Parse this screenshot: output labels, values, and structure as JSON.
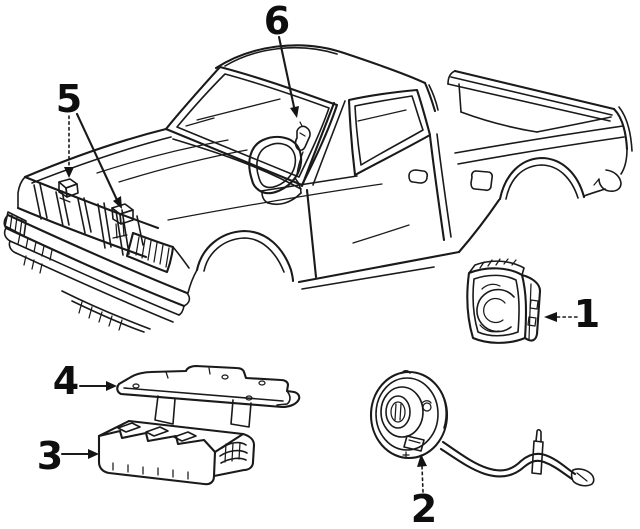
{
  "diagram": {
    "type": "exploded-parts-line-drawing",
    "subject": "pickup-truck-airbag-system",
    "background_color": "#ffffff",
    "ink_color": "#1a1a1a",
    "callouts": [
      {
        "label": "1",
        "depicts": "airbag-module"
      },
      {
        "label": "2",
        "depicts": "clockspring-coil-with-harness"
      },
      {
        "label": "3",
        "depicts": "control-module"
      },
      {
        "label": "4",
        "depicts": "mounting-bracket"
      },
      {
        "label": "5",
        "depicts": "front-impact-sensors"
      },
      {
        "label": "6",
        "depicts": "pillar-sensor"
      }
    ]
  }
}
